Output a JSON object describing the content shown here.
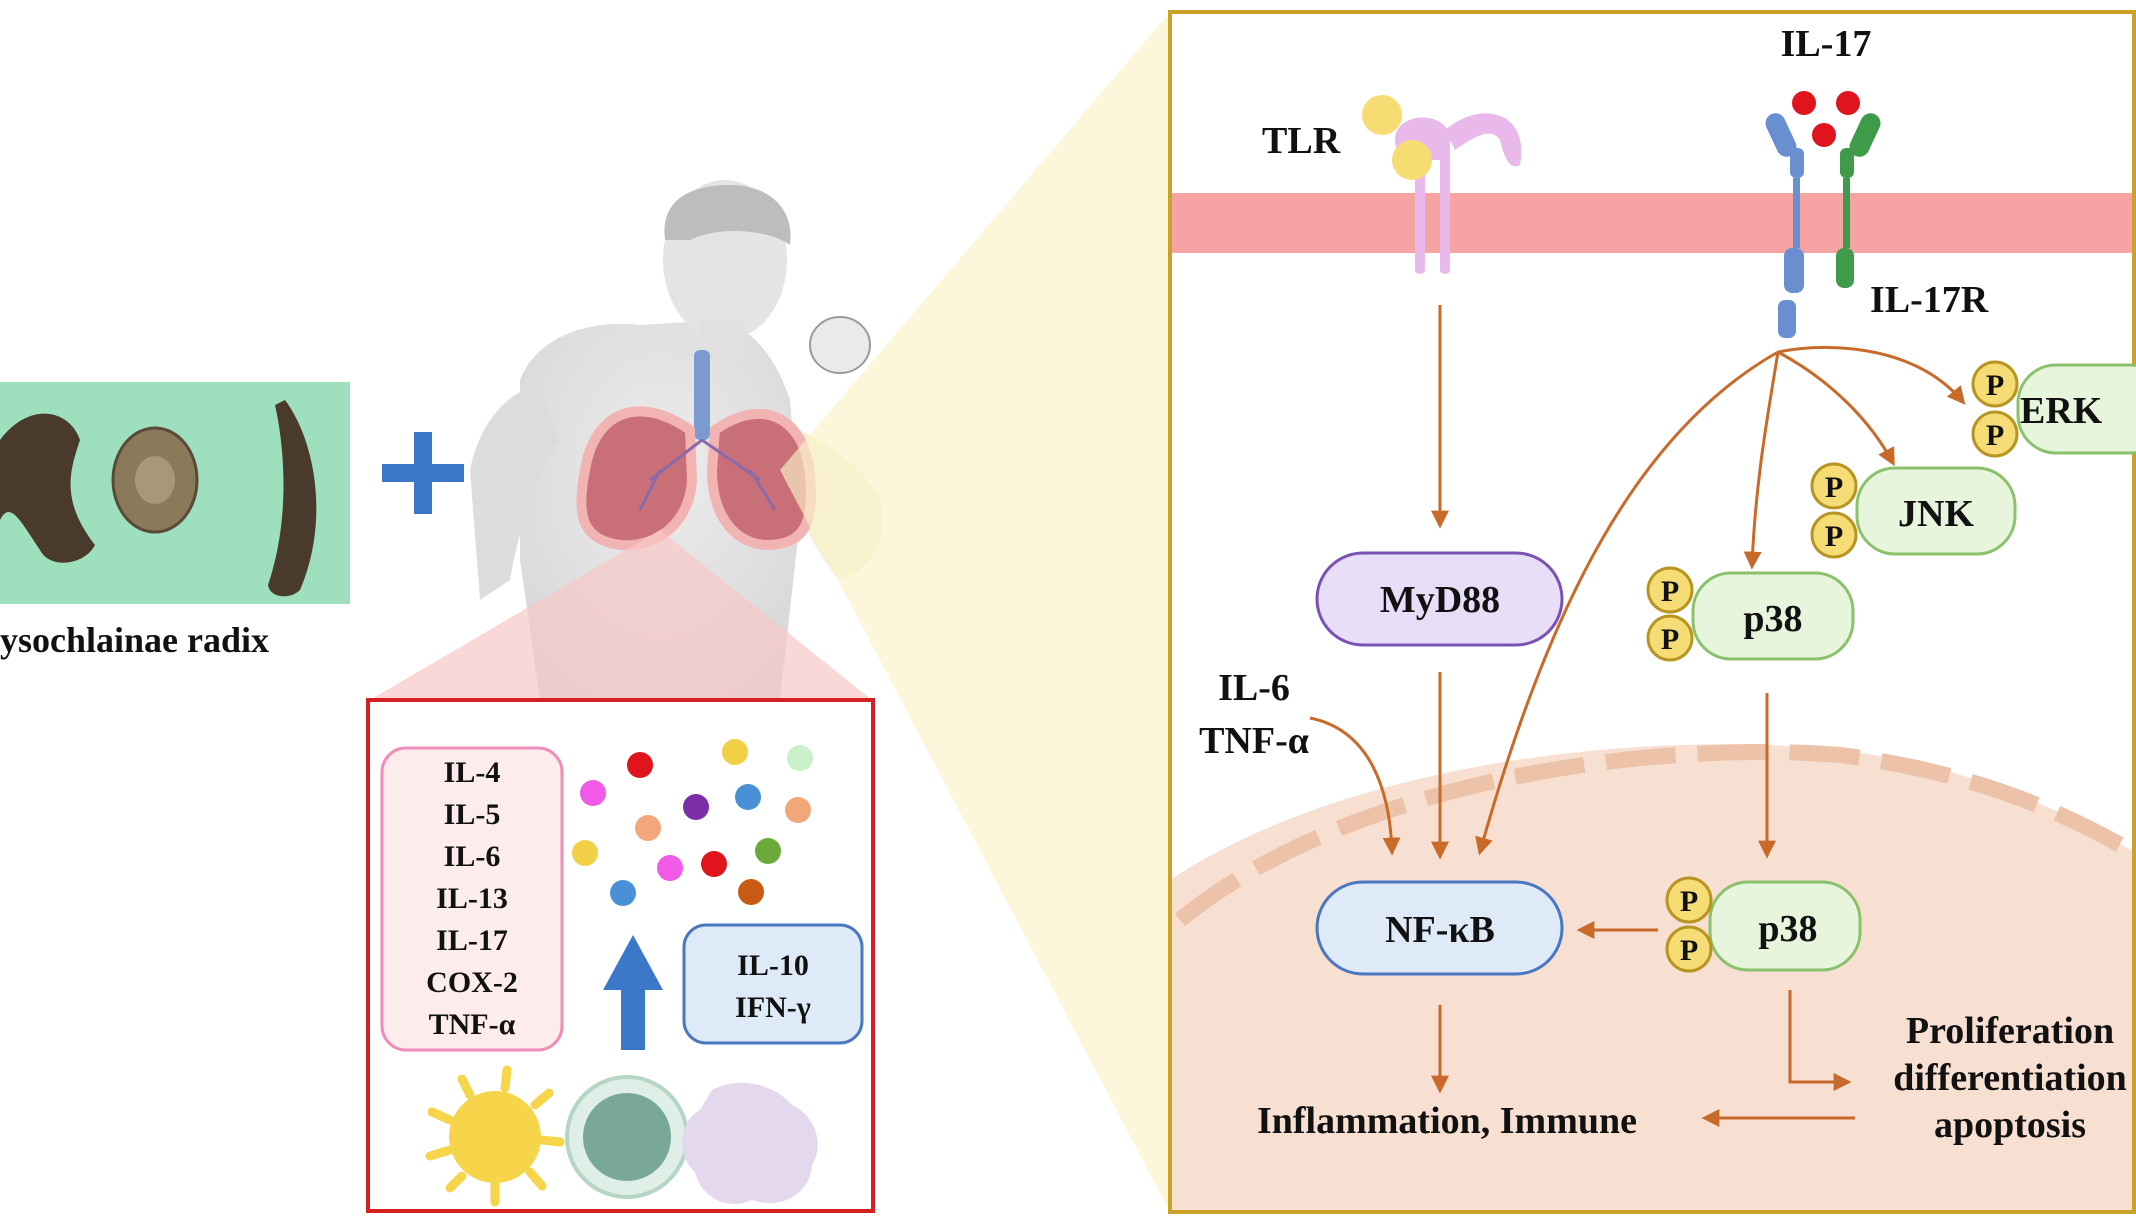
{
  "herb": {
    "caption": "ysochlainae radix"
  },
  "lung_box": {
    "upregulated": [
      "IL-4",
      "IL-5",
      "IL-6",
      "IL-13",
      "IL-17",
      "COX-2",
      "TNF-α"
    ],
    "downregulated": [
      "IL-10",
      "IFN-γ"
    ]
  },
  "pathway": {
    "tlr": "TLR",
    "il17": "IL-17",
    "il17r": "IL-17R",
    "myd88": "MyD88",
    "il6": "IL-6",
    "tnfa": "TNF-α",
    "nfkb": "NF-κB",
    "p38_upper": "p38",
    "p38_lower": "p38",
    "jnk": "JNK",
    "erk": "ERK",
    "phospho": "P",
    "inflammation": "Inflammation, Immune",
    "outcome_lines": [
      "Proliferation",
      "differentiation",
      "apoptosis"
    ]
  },
  "colors": {
    "arrow": "#c86a2a",
    "membrane": "#f6a3a3",
    "nucleus": "#f7e0d2",
    "border": "#c9a227",
    "red_box": "#d42020",
    "kinase_fill": "#e7f5dc",
    "kinase_border": "#8ac16a",
    "myd88_fill": "#e8def8",
    "myd88_border": "#7a52b3",
    "nfkb_fill": "#deeaf8",
    "nfkb_border": "#4a78c0",
    "phospho_fill": "#f6dc74",
    "phospho_border": "#b89520",
    "herb_bg": "#9ee0bd",
    "plus": "#3b78c8"
  },
  "icons": [
    "lung-icon",
    "person-coughing-icon",
    "receptor-icon",
    "cell-icon"
  ]
}
